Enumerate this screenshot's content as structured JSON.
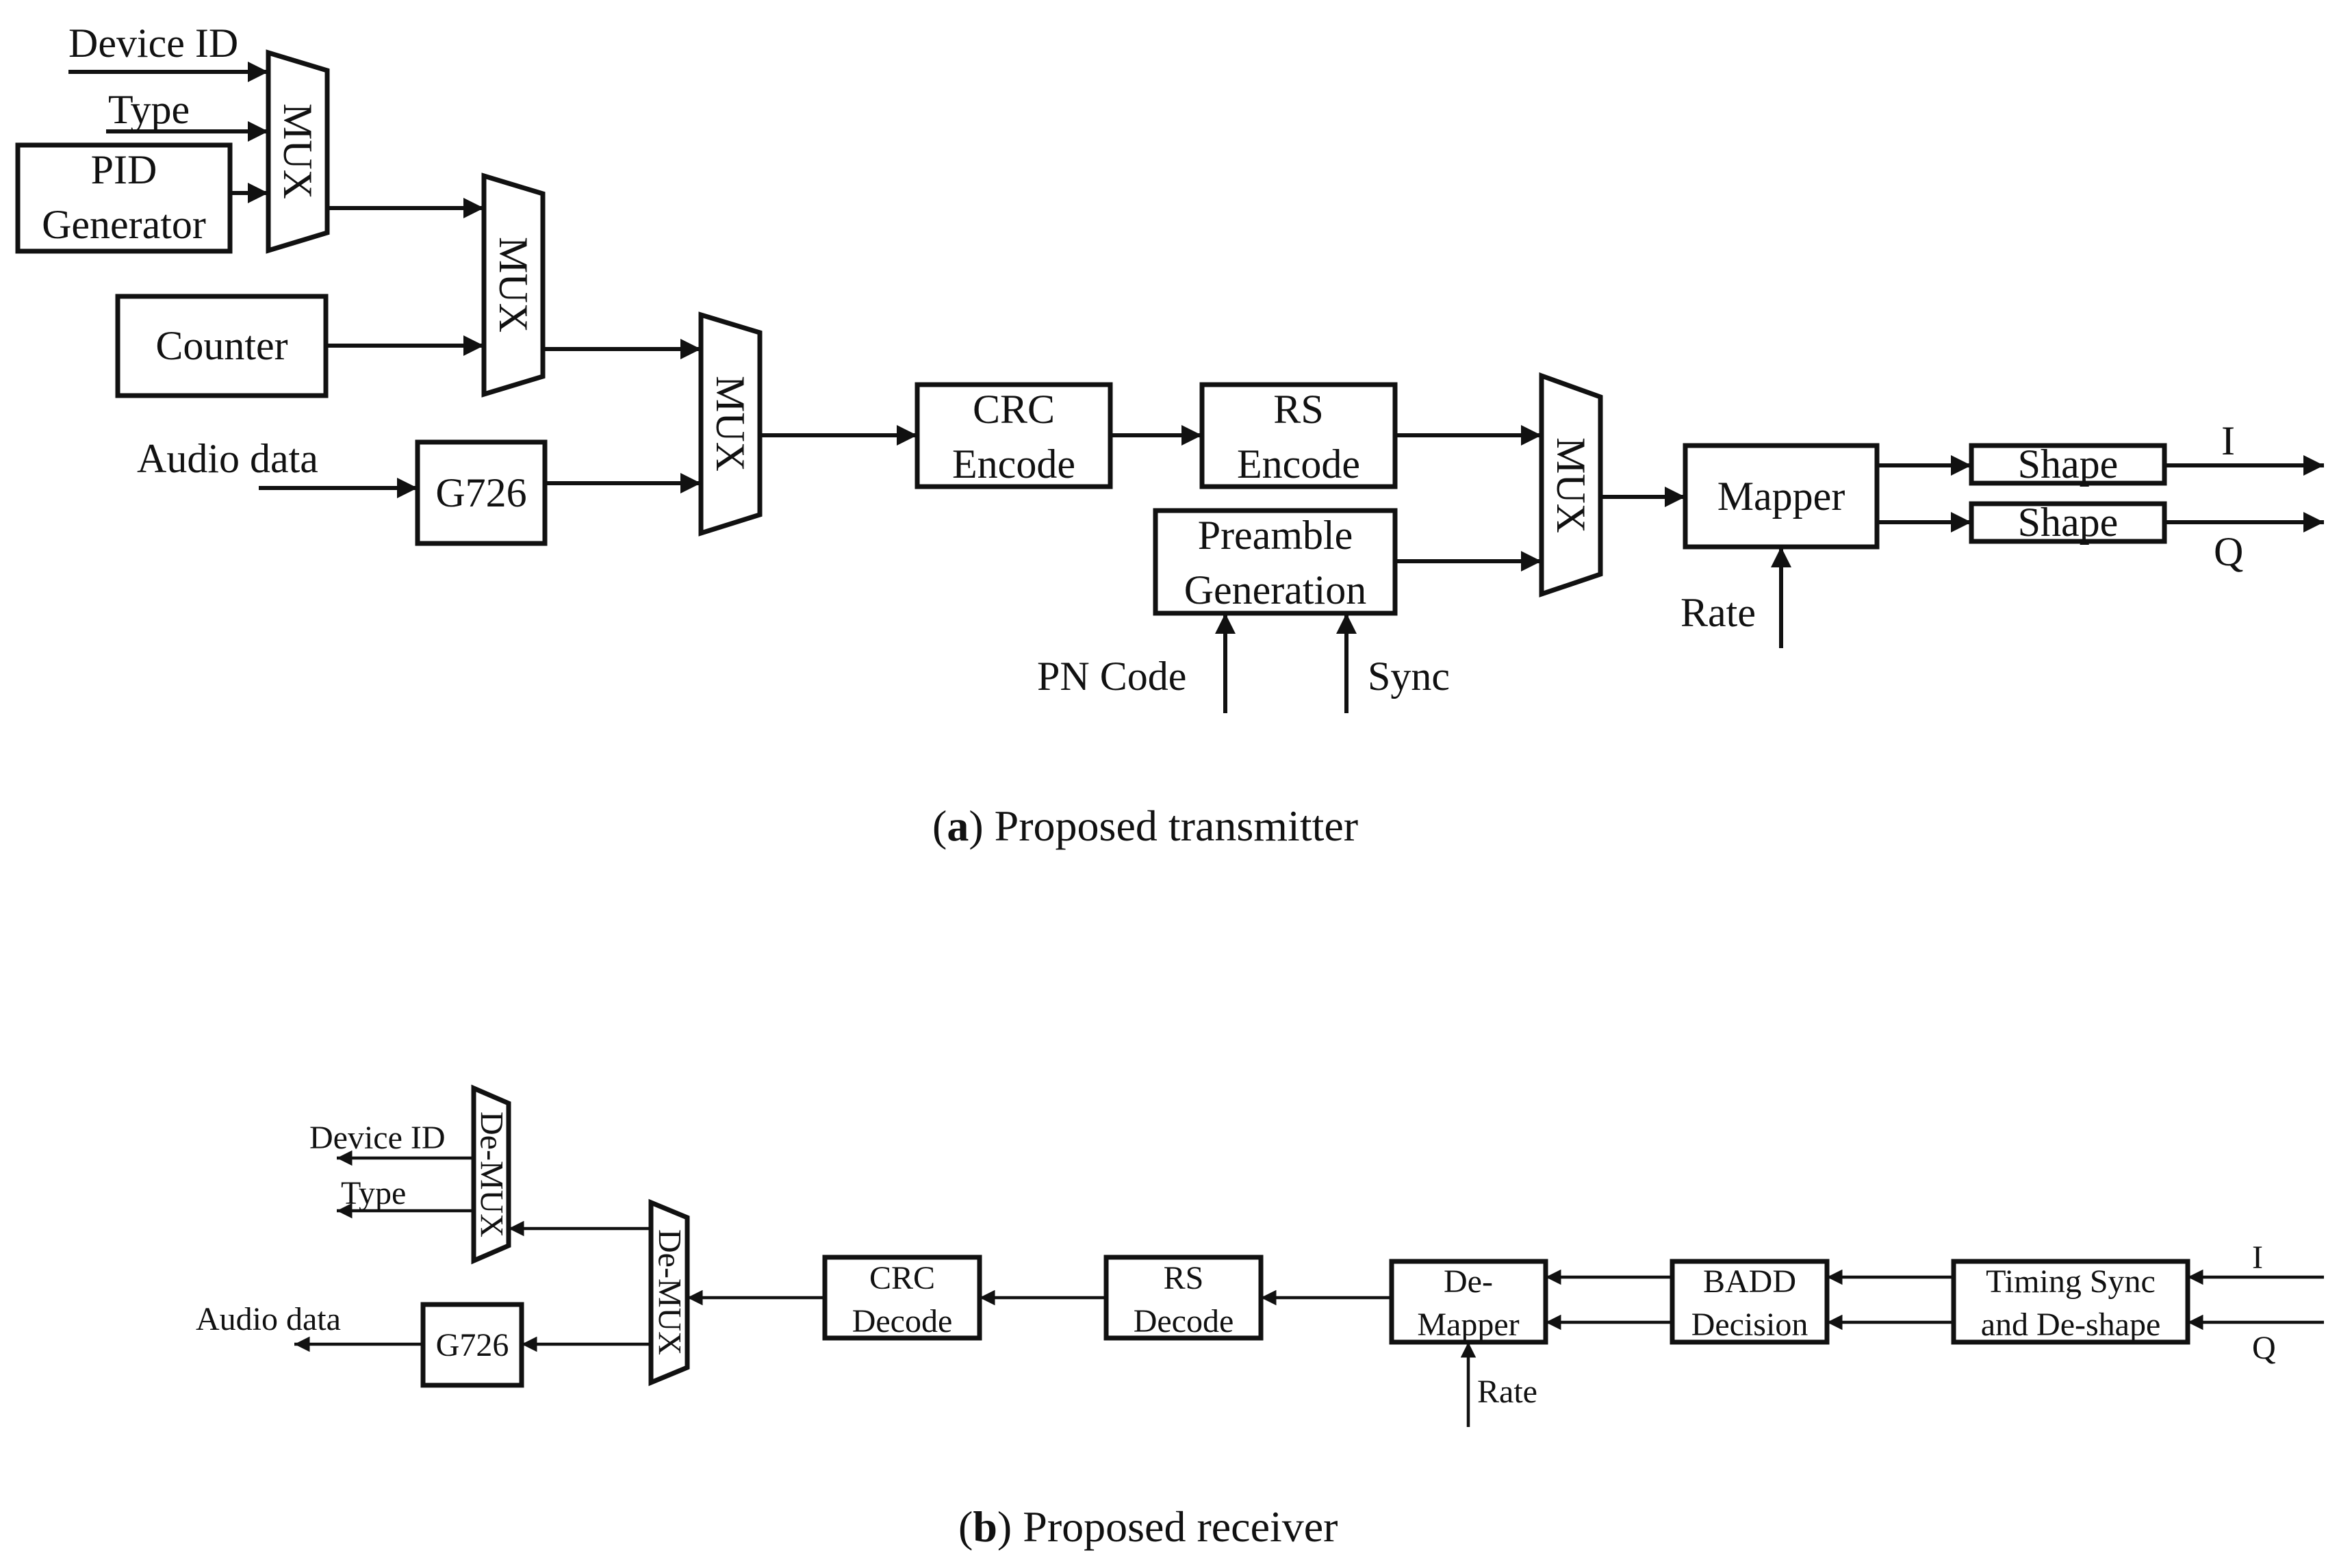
{
  "transmitter": {
    "caption_letter": "a",
    "caption_text": "Proposed transmitter",
    "inputs": {
      "device_id": "Device ID",
      "type": "Type",
      "audio_data": "Audio data",
      "pn_code": "PN Code",
      "sync": "Sync",
      "rate": "Rate"
    },
    "blocks": {
      "pid_line1": "PID",
      "pid_line2": "Generator",
      "counter": "Counter",
      "g726": "G726",
      "crc_line1": "CRC",
      "crc_line2": "Encode",
      "rs_line1": "RS",
      "rs_line2": "Encode",
      "preamble_line1": "Preamble",
      "preamble_line2": "Generation",
      "mapper": "Mapper",
      "shape_i": "Shape",
      "shape_q": "Shape"
    },
    "mux": [
      "MUX",
      "MUX",
      "MUX",
      "MUX"
    ],
    "outputs": {
      "i": "I",
      "q": "Q"
    }
  },
  "receiver": {
    "caption_letter": "b",
    "caption_text": "Proposed receiver",
    "inputs": {
      "i": "I",
      "q": "Q",
      "rate": "Rate"
    },
    "blocks": {
      "timing_line1": "Timing Sync",
      "timing_line2": "and De-shape",
      "badd_line1": "BADD",
      "badd_line2": "Decision",
      "demapper_line1": "De-",
      "demapper_line2": "Mapper",
      "rs_line1": "RS",
      "rs_line2": "Decode",
      "crc_line1": "CRC",
      "crc_line2": "Decode",
      "g726": "G726"
    },
    "demux": [
      "De-MUX",
      "De-MUX"
    ],
    "outputs": {
      "device_id": "Device ID",
      "type": "Type",
      "audio_data": "Audio data"
    }
  }
}
